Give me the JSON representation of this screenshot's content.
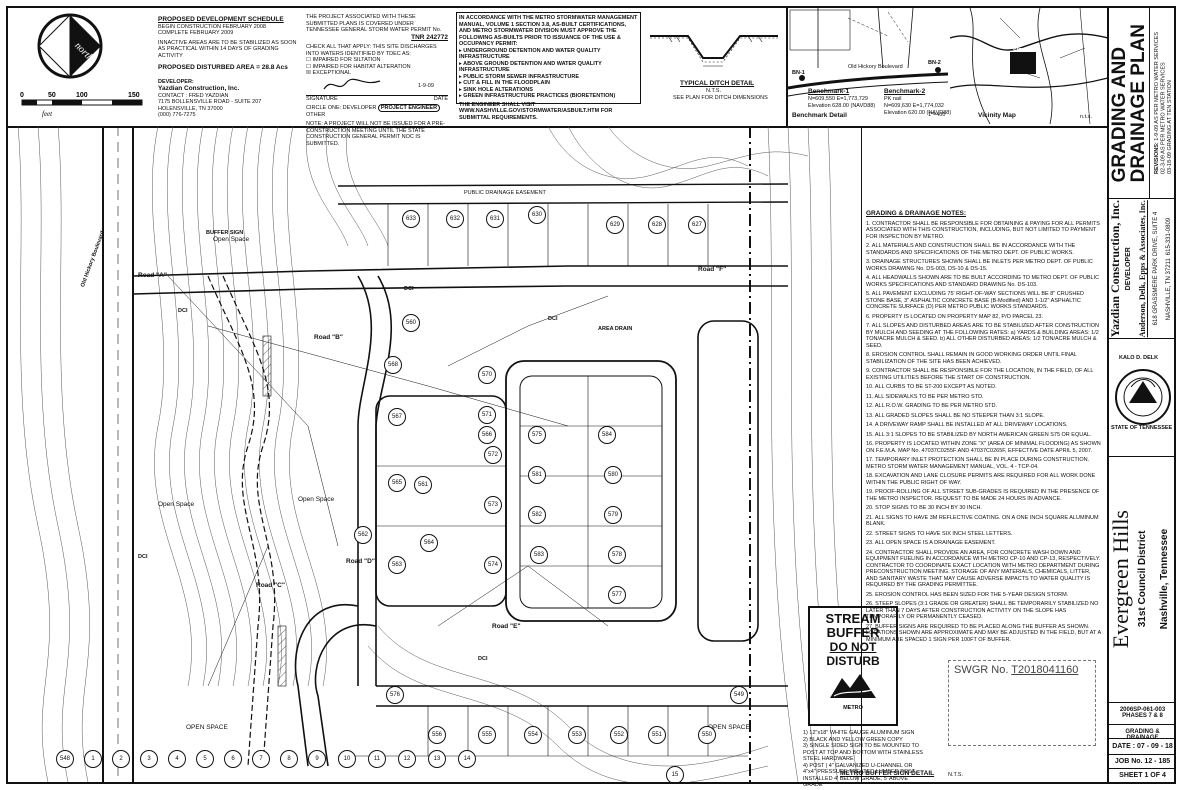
{
  "header": {
    "north_label": "north",
    "scale_ticks": [
      "0",
      "50",
      "100",
      "150"
    ],
    "scale_unit": "feet",
    "schedule_title": "PROPOSED DEVELOPMENT SCHEDULE",
    "schedule_lines": [
      "BEGIN CONSTRUCTION FEBRUARY 2008",
      "COMPLETE FEBRUARY 2009"
    ],
    "inactive_note": "INNACTIVE AREAS ARE TO BE STABILIZED AS SOON AS PRACTICAL WITHIN 14 DAYS OF GRADING ACTIVITY",
    "disturbed_area": "PROPOSED DISTURBED AREA = 28.8 Acs",
    "developer_label": "DEVELOPER:",
    "developer_name": "Yazdian Construction, Inc.",
    "developer_lines": [
      "CONTACT : FRED YAZDIAN",
      "7175 BOLLENSVILLE ROAD - SUITE 207",
      "HOLENSVILLE, TN 37000",
      "(000) 776-7275"
    ],
    "permit_text": "THE PROJECT ASSOCIATED WITH THESE SUBMITTED PLANS IS COVERED UNDER TENNESSEE GENERAL STORM WATER PERMIT No.",
    "permit_no": "TNR 242772",
    "check_text": "CHECK ALL THAT APPLY: THIS SITE DISCHARGES INTO WATERS IDENTIFIED BY TDEC AS:",
    "check_items": [
      "IMPAIRED FOR SILTATION",
      "IMPAIRED FOR HABITAT ALTERATION",
      "EXCEPTIONAL"
    ],
    "signature_label": "SIGNATURE",
    "date_label": "DATE",
    "signature_date": "1-9-09",
    "circle_one": "CIRCLE ONE: DEVELOPER",
    "project_engineer": "PROJECT ENGINEER",
    "other": "OTHER",
    "project_note": "NOTE: A PROJECT WILL NOT BE ISSUED FOR A PRE-CONSTRUCTION MEETING UNTIL THE STATE CONSTRUCTION GENERAL PERMIT NOC IS SUBMITTED.",
    "swm_text": "IN ACCORDANCE WITH THE METRO STORMWATER MANAGEMENT MANUAL, VOLUME 1 SECTION 3.8, AS-BUILT CERTIFICATIONS, AND METRO STORMWATER DIVISION MUST APPROVE THE FOLLOWING AS-BUILTS PRIOR TO ISSUANCE OF THE USE & OCCUPANCY PERMIT:",
    "swm_items": [
      "UNDERGROUND DETENTION AND WATER QUALITY INFRASTRUCTURE",
      "ABOVE GROUND DETENTION AND WATER QUALITY INFRASTRUCTURE",
      "PUBLIC STORM SEWER INFRASTRUCTURE",
      "CUT & FILL IN THE FLOODPLAIN",
      "SINK HOLE ALTERATIONS",
      "GREEN INFRASTRUCTURE PRACTICES (BIORETENTION)"
    ],
    "swm_footer": "THE ENGINEER SHALL VISIT WWW.NASHVILLE.GOV/STORMWATER/ASBUILT.HTM FOR SUBMITTAL REQUIREMENTS.",
    "ditch_title": "TYPICAL DITCH DETAIL",
    "ditch_sub": "N.T.S.",
    "ditch_note": "SEE PLAN FOR DITCH DIMENSIONS"
  },
  "vicinity": {
    "benchmark1": "Benchmark-1",
    "benchmark2": "Benchmark-2",
    "bm1_label": "BN-1",
    "bm2_label": "BN-2",
    "bm1_coords": [
      "N=609,550  E=1,773,729",
      "Elevation 628.00 (NAVD88)"
    ],
    "bm2_coords": [
      "PK nail",
      "N=609,630  E=1,774,032",
      "Elevation 620.00 (NAVD88)"
    ],
    "old_hickory": "Old Hickory Boulevard",
    "benchmark_detail": "Benchmark Detail",
    "vicinity_map": "Vicinity Map",
    "nts": "n.t.s.",
    "scale_note": "1\"=400'",
    "site_label": "SITE"
  },
  "plan": {
    "open_space": [
      "Open Space",
      "Open Space",
      "Open Space",
      "OPEN SPACE",
      "OPEN SPACE"
    ],
    "roads": [
      "Road \"A\"",
      "Road \"B\"",
      "Road \"C\"",
      "Road \"D\"",
      "Road \"E\"",
      "Road \"F\""
    ],
    "old_hickory_blvd": "Old Hickory Boulevard",
    "lots": [
      "633",
      "632",
      "631",
      "630",
      "629",
      "628",
      "627",
      "568",
      "567",
      "566",
      "565",
      "564",
      "563",
      "562",
      "561",
      "560",
      "570",
      "571",
      "572",
      "573",
      "574",
      "575",
      "581",
      "582",
      "583",
      "584",
      "580",
      "579",
      "578",
      "577",
      "576",
      "556",
      "555",
      "554",
      "553",
      "552",
      "551",
      "550",
      "549",
      "548",
      "1",
      "2",
      "3",
      "4",
      "5",
      "6",
      "7",
      "8",
      "9",
      "10",
      "11",
      "12",
      "13",
      "14",
      "15"
    ],
    "dci_label": "DCI",
    "buffer_note": "BUFFER SIGN",
    "public_drainage": "PUBLIC DRAINAGE EASEMENT",
    "area_drain": "AREA DRAIN"
  },
  "sign": {
    "line1": "STREAM",
    "line2": "BUFFER",
    "line3": "DO NOT",
    "line4": "DISTURB",
    "metro": "METRO",
    "title": "METRO BUFFER SIGN DETAIL",
    "nts": "N.T.S.",
    "notes": [
      "1) 12\"x18\" WHITE GAUGE ALUMINUM SIGN",
      "2) BLACK AND YELLOW GREEN COPY",
      "3) SINGLE SIDED SIGN TO BE MOUNTED TO POST AT TOP AND BOTTOM WITH STAINLESS STEEL HARDWARE",
      "4) POST | 4\" GALVANIZED U-CHANNEL OR 4\"x4\" PRESSURE TREATED LUMBER POST INSTALLED 4' BELOW GRADE, 5' ABOVE GRADE"
    ]
  },
  "swgr": {
    "label": "SWGR No.",
    "number": "T2018041160"
  },
  "notes": {
    "title": "GRADING & DRAINAGE NOTES:",
    "items": [
      "1. CONTRACTOR SHALL BE RESPONSIBLE FOR OBTAINING & PAYING FOR ALL PERMITS ASSOCIATED WITH THIS CONSTRUCTION, INCLUDING, BUT NOT LIMITED TO PAYMENT FOR INSPECTION BY METRO.",
      "2. ALL MATERIALS AND CONSTRUCTION SHALL BE IN ACCORDANCE WITH THE STANDARDS AND SPECIFICATIONS OF THE METRO DEPT. OF PUBLIC WORKS.",
      "3. DRAINAGE STRUCTURES SHOWN SHALL BE INLETS PER METRO DEPT. OF PUBLIC WORKS DRAWING No. DS-003, DS-10 & DS-15.",
      "4. ALL HEADWALLS SHOWN ARE TO BE BUILT ACCORDING TO METRO DEPT. OF PUBLIC WORKS SPECIFICATIONS AND STANDARD DRAWING No. DS-103.",
      "5. ALL PAVEMENT EXCLUDING 75' RIGHT-OF-WAY SECTIONS WILL BE 8\" CRUSHED STONE BASE, 3\" ASPHALTIC CONCRETE BASE (B-Modified) AND 1-1/2\" ASPHALTIC CONCRETE SURFACE (D) PER METRO PUBLIC WORKS STANDARDS.",
      "6. PROPERTY IS LOCATED ON PROPERTY MAP 82, P/O PARCEL 23.",
      "7. ALL SLOPES AND DISTURBED AREAS ARE TO BE STABILIZED AFTER CONSTRUCTION BY MULCH AND SEEDING AT THE FOLLOWING RATES: a) YARDS & BUILDING AREAS: 1/2 TON/ACRE MULCH & SEED. b) ALL OTHER DISTURBED AREAS: 1/2 TON/ACRE MULCH & SEED.",
      "8. EROSION CONTROL SHALL REMAIN IN GOOD WORKING ORDER UNTIL FINAL STABILIZATION OF THE SITE HAS BEEN ACHIEVED.",
      "9. CONTRACTOR SHALL BE RESPONSIBLE FOR THE LOCATION, IN THE FIELD, OF ALL EXISTING UTILITIES BEFORE THE START OF CONSTRUCTION.",
      "10. ALL CURBS TO BE ST-200 EXCEPT AS NOTED.",
      "11. ALL SIDEWALKS TO BE PER METRO STD.",
      "12. ALL R.O.W. GRADING TO BE PER METRO STD.",
      "13. ALL GRADED SLOPES SHALL BE NO STEEPER THAN 3:1 SLOPE.",
      "14. A DRIVEWAY RAMP SHALL BE INSTALLED AT ALL DRIVEWAY LOCATIONS.",
      "15. ALL 3:1 SLOPES TO BE STABILIZED BY NORTH AMERICAN GREEN S75 OR EQUAL.",
      "16. PROPERTY IS LOCATED WITHIN ZONE \"X\" (AREA OF MINIMAL FLOODING) AS SHOWN ON F.E.M.A. MAP No. 47037C0255F AND 47037C0265F, EFFECTIVE DATE APRIL 5, 2007.",
      "17. TEMPORARY INLET PROTECTION SHALL BE IN PLACE DURING CONSTRUCTION. METRO STORM WATER MANAGEMENT MANUAL, VOL. 4 - TCP-04.",
      "18. EXCAVATION AND LANE CLOSURE PERMITS ARE REQUIRED FOR ALL WORK DONE WITHIN THE PUBLIC RIGHT OF WAY.",
      "19. PROOF-ROLLING OF ALL STREET SUB-GRADES IS REQUIRED IN THE PRESENCE OF THE METRO INSPECTOR. REQUEST TO BE MADE 24 HOURS IN ADVANCE.",
      "20. STOP SIGNS TO BE 30 INCH BY 30 INCH.",
      "21. ALL SIGNS TO HAVE 3M REFLECTIVE COATING. ON A ONE INCH SQUARE ALUMINUM BLANK.",
      "22. STREET SIGNS TO HAVE SIX INCH STEEL LETTERS.",
      "23. ALL OPEN SPACE IS A DRAINAGE EASEMENT.",
      "24. CONTRACTOR SHALL PROVIDE AN AREA, FOR CONCRETE WASH DOWN AND EQUIPMENT FUELING IN ACCORDANCE WITH METRO CP-10 AND CP-13, RESPECTIVELY. CONTRACTOR TO COORDINATE EXACT LOCATION WITH METRO DEPARTMENT DURING PRECONSTRUCTION MEETING. STORAGE OF ANY MATERIALS, CHEMICALS, LITTER, AND SANITARY WASTE THAT MAY CAUSE ADVERSE IMPACTS TO WATER QUALITY IS REQUIRED BY THE GRADING PERMITTEE.",
      "25. EROSION CONTROL HAS BEEN SIZED FOR THE 5-YEAR DESIGN STORM.",
      "26. STEEP SLOPES (3:1 GRADE OR GREATER) SHALL BE TEMPORARILY STABILIZED NO LATER THAN 7 DAYS AFTER CONSTRUCTION ACTIVITY ON THE SLOPE HAS TEMPORARILY OR PERMANENTLY CEASED.",
      "27. BUFFER SIGNS ARE REQUIRED TO BE PLACED ALONG THE BUFFER AS SHOWN. LOCATIONS SHOWN ARE APPROXIMATE AND MAY BE ADJUSTED IN THE FIELD, BUT AT A MINIMUM ARE SPACED 1 SIGN PER 100FT OF BUFFER."
    ]
  },
  "title_block": {
    "plan_title_1": "GRADING AND",
    "plan_title_2": "DRAINAGE PLAN",
    "revisions_label": "REVISIONS:",
    "revisions": [
      "1-9-09 AS PER METRO WATER SERVICES",
      "02-3-09 AS PER METRO WATER SERVICES",
      "03-18-09 GRADING AT TEN STATION"
    ],
    "developer_name": "Yazdian Construction, Inc.",
    "developer_role": "DEVELOPER",
    "engineer_name": "Anderson, Delk, Epps & Associates, Inc.",
    "engineer_lines": [
      "618 GRASSMERE PARK DRIVE, SUITE 4",
      "NASHVILLE, TN 37211",
      "615-331-0809"
    ],
    "seal_name": "KALO D. DELK",
    "seal_state": "STATE OF TENNESSEE",
    "project_name": "Evergreen Hills",
    "district": "31st Council District",
    "city": "Nashville, Tennessee",
    "project_code": "2006SP-061-003",
    "phases": "PHASES 7 & 8",
    "sheet_type": "GRADING & DRAINAGE",
    "date": "DATE : 07 - 09 - 18",
    "job": "JOB No. 12 - 185",
    "sheet": "SHEET 1 OF 4"
  }
}
